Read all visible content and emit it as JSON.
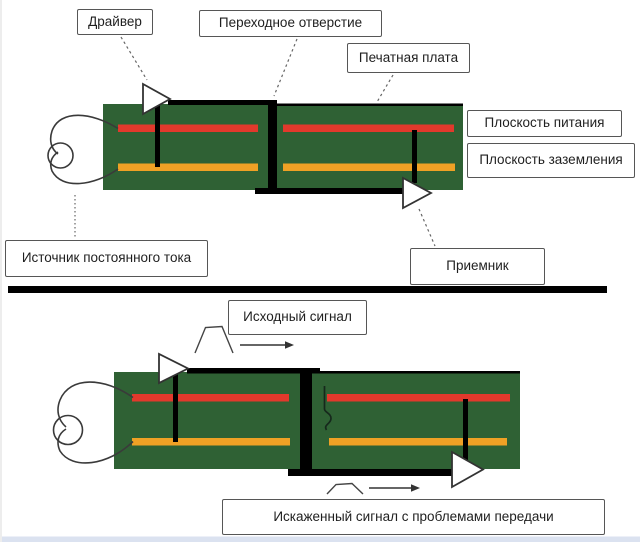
{
  "top_diagram": {
    "labels": {
      "driver": "Драйвер",
      "via": "Переходное отверстие",
      "pcb": "Печатная плата",
      "power_plane": "Плоскость питания",
      "ground_plane": "Плоскость заземления",
      "dc_source": "Источник постоянного тока",
      "receiver": "Приемник"
    }
  },
  "bottom_diagram": {
    "labels": {
      "original_signal": "Исходный сигнал",
      "distorted_signal": "Искаженный сигнал с проблемами передачи"
    }
  },
  "colors": {
    "board_green": "#2f6134",
    "power_plane_red": "#e2392c",
    "ground_plane_orange": "#efa125",
    "trace_black": "#000000",
    "separator_black": "#000000",
    "label_border": "#565656",
    "label_text": "#1f1f1f",
    "leader_gray": "#666666",
    "bottom_edge_strip": "#dbe2f0",
    "left_edge_strip": "#ededed"
  }
}
